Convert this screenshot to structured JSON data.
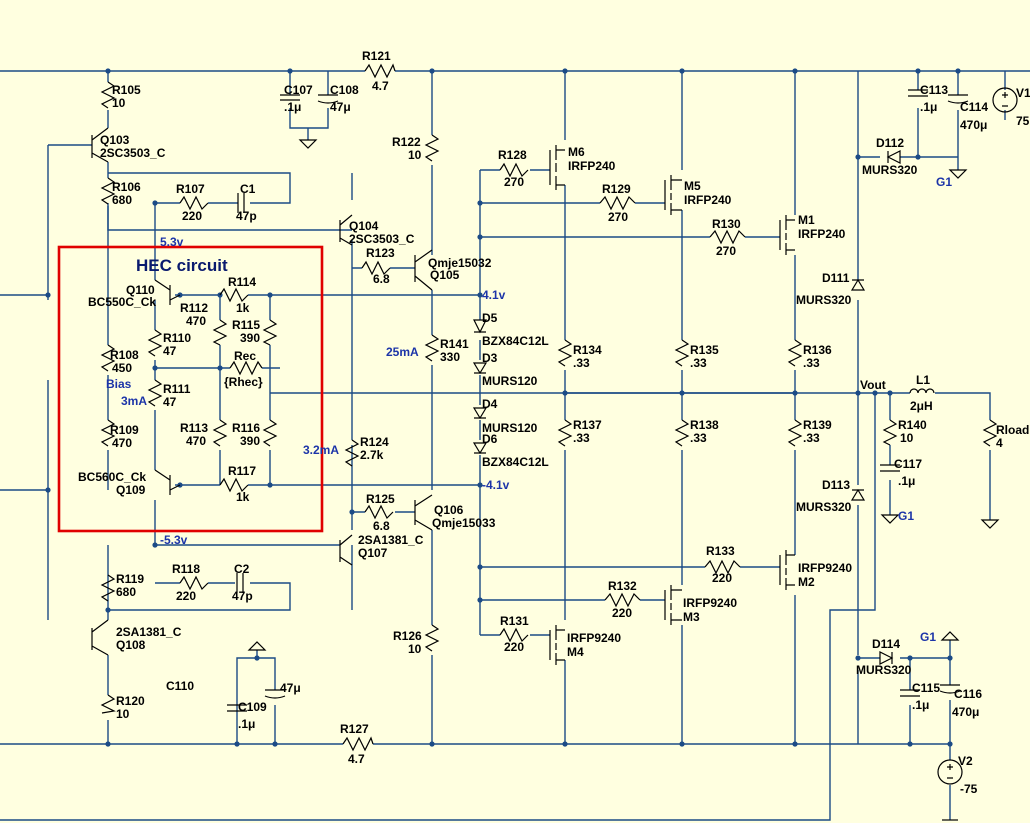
{
  "labels": {
    "R105": "R105",
    "R105v": "10",
    "Q103": "Q103",
    "Q103t": "2SC3503_C",
    "R106": "R106",
    "R106v": "680",
    "R107": "R107",
    "R107v": "220",
    "C1": "C1",
    "C1v": "47p",
    "R121": "R121",
    "R121v": "4.7",
    "C107": "C107",
    "C107v": ".1μ",
    "C108": "C108",
    "C108v": "47μ",
    "R122": "R122",
    "R122v": "10",
    "Q104": "Q104",
    "Q104t": "2SC3503_C",
    "R123": "R123",
    "R123v": "6.8",
    "Q105t": "Qmje15032",
    "Q105": "Q105",
    "R128": "R128",
    "R128v": "270",
    "M6": "M6",
    "M6t": "IRFP240",
    "R129": "R129",
    "R129v": "270",
    "M5": "M5",
    "M5t": "IRFP240",
    "R130": "R130",
    "R130v": "270",
    "M1": "M1",
    "M1t": "IRFP240",
    "C113": "C113",
    "C113v": ".1μ",
    "C114": "C114",
    "C114v": "470μ",
    "V1": "V1",
    "V1v": "75",
    "D112": "D112",
    "D112t": "MURS320",
    "G1a": "G1",
    "v53": "5.3v",
    "hec": "HEC circuit",
    "Q110": "Q110",
    "Q110t": "BC550C_Ck",
    "R114": "R114",
    "R114v": "1k",
    "R112": "R112",
    "R112v": "470",
    "R115": "R115",
    "R115v": "390",
    "R110": "R110",
    "R110v": "47",
    "R108": "R108",
    "R108v": "450",
    "Rec": "Rec",
    "Recv": "{Rhec}",
    "Bias": "Bias",
    "R111": "R111",
    "R111v": "47",
    "ma3": "3mA",
    "R109": "R109",
    "R109v": "470",
    "R113": "R113",
    "R113v": "470",
    "R116": "R116",
    "R116v": "390",
    "R117": "R117",
    "R117v": "1k",
    "Q109t": "BC560C_Ck",
    "Q109": "Q109",
    "vm53": "-5.3v",
    "v41": "4.1v",
    "vm41": "-4.1v",
    "D5": "D5",
    "D5t": "BZX84C12L",
    "D3": "D3",
    "D3t": "MURS120",
    "D4": "D4",
    "D4t": "MURS120",
    "D6": "D6",
    "D6t": "BZX84C12L",
    "ma25": "25mA",
    "R141": "R141",
    "R141v": "330",
    "ma32": "3.2mA",
    "R124": "R124",
    "R124v": "2.7k",
    "R134": "R134",
    "R134v": ".33",
    "R135": "R135",
    "R135v": ".33",
    "R136": "R136",
    "R136v": ".33",
    "R137": "R137",
    "R137v": ".33",
    "R138": "R138",
    "R138v": ".33",
    "R139": "R139",
    "R139v": ".33",
    "D111": "D111",
    "D111t": "MURS320",
    "Vout": "Vout",
    "L1": "L1",
    "L1v": "2μH",
    "R140": "R140",
    "R140v": "10",
    "C117": "C117",
    "C117v": ".1μ",
    "G1b": "G1",
    "Rload": "Rload",
    "Rloadv": "4",
    "D113": "D113",
    "D113t": "MURS320",
    "R125": "R125",
    "R125v": "6.8",
    "Q106": "Q106",
    "Q106t": "Qmje15033",
    "Q107t": "2SA1381_C",
    "Q107": "Q107",
    "R133": "R133",
    "R133v": "220",
    "M2t": "IRFP9240",
    "M2": "M2",
    "R119": "R119",
    "R119v": "680",
    "R118": "R118",
    "R118v": "220",
    "C2": "C2",
    "C2v": "47p",
    "R132": "R132",
    "R132v": "220",
    "M3t": "IRFP9240",
    "M3": "M3",
    "Q108t": "2SA1381_C",
    "Q108": "Q108",
    "R131": "R131",
    "R131v": "220",
    "M4t": "IRFP9240",
    "M4": "M4",
    "R126": "R126",
    "R126v": "10",
    "D114": "D114",
    "D114t": "MURS320",
    "G1c": "G1",
    "C110": "C110",
    "C109": "C109",
    "C109v": ".1μ",
    "C109b": "47μ",
    "C115": "C115",
    "C115v": ".1μ",
    "C116": "C116",
    "C116v": "470μ",
    "R120": "R120",
    "R120v": "10",
    "R127": "R127",
    "R127v": "4.7",
    "V2": "V2",
    "V2v": "-75"
  },
  "colors": {
    "background": "#ffffe0",
    "wire": "#1c4b86",
    "highlight": "#e00000",
    "netlabel": "#1c34a8"
  }
}
